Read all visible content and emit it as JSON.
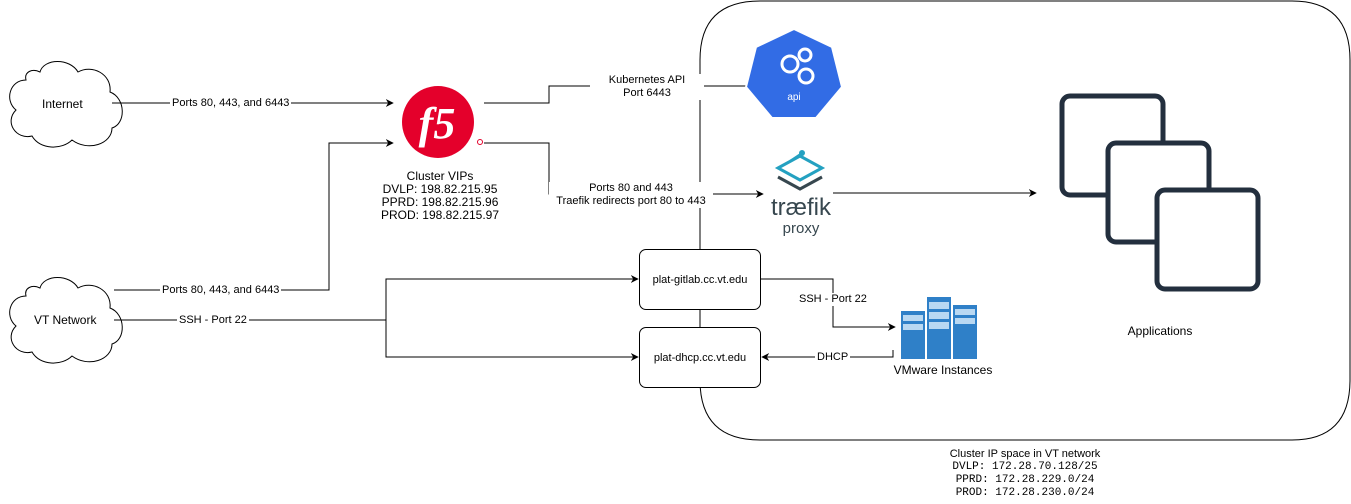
{
  "nodes": {
    "internet": "Internet",
    "vt_network": "VT Network",
    "gitlab": "plat-gitlab.cc.vt.edu",
    "dhcp": "plat-dhcp.cc.vt.edu",
    "applications": "Applications",
    "vmware": "VMware Instances",
    "traefik_name": "træfik",
    "traefik_sub": "proxy",
    "api_label": "api",
    "f5_logo": "f5"
  },
  "edges": {
    "internet_f5": "Ports 80, 443, and 6443",
    "vt_f5": "Ports 80, 443, and 6443",
    "vt_ssh": "SSH - Port 22",
    "k8s_api": [
      "Kubernetes API",
      "Port 6443"
    ],
    "traefik_ports": [
      "Ports 80 and 443",
      "Traefik redirects port 80 to 443"
    ],
    "gitlab_vmware": "SSH - Port 22",
    "vmware_dhcp": "DHCP"
  },
  "cluster_vips": {
    "title": "Cluster VIPs",
    "lines": [
      "DVLP: 198.82.215.95",
      "PPRD: 198.82.215.96",
      "PROD: 198.82.215.97"
    ]
  },
  "cluster_ip": {
    "title": "Cluster IP space in VT network",
    "lines": [
      "DVLP: 172.28.70.128/25",
      "PPRD: 172.28.229.0/24",
      "PROD: 172.28.230.0/24"
    ]
  },
  "colors": {
    "f5_red": "#e4002b",
    "k8s_blue": "#326ce5",
    "traefik_blue": "#24a1c1",
    "traefik_dark": "#37474f",
    "apps_dark": "#232f3e",
    "vmware_blue": "#2f80c8"
  },
  "icons": [
    "cloud-icon",
    "f5-logo-icon",
    "kubernetes-api-icon",
    "traefik-icon",
    "applications-icon",
    "server-rack-icon"
  ]
}
